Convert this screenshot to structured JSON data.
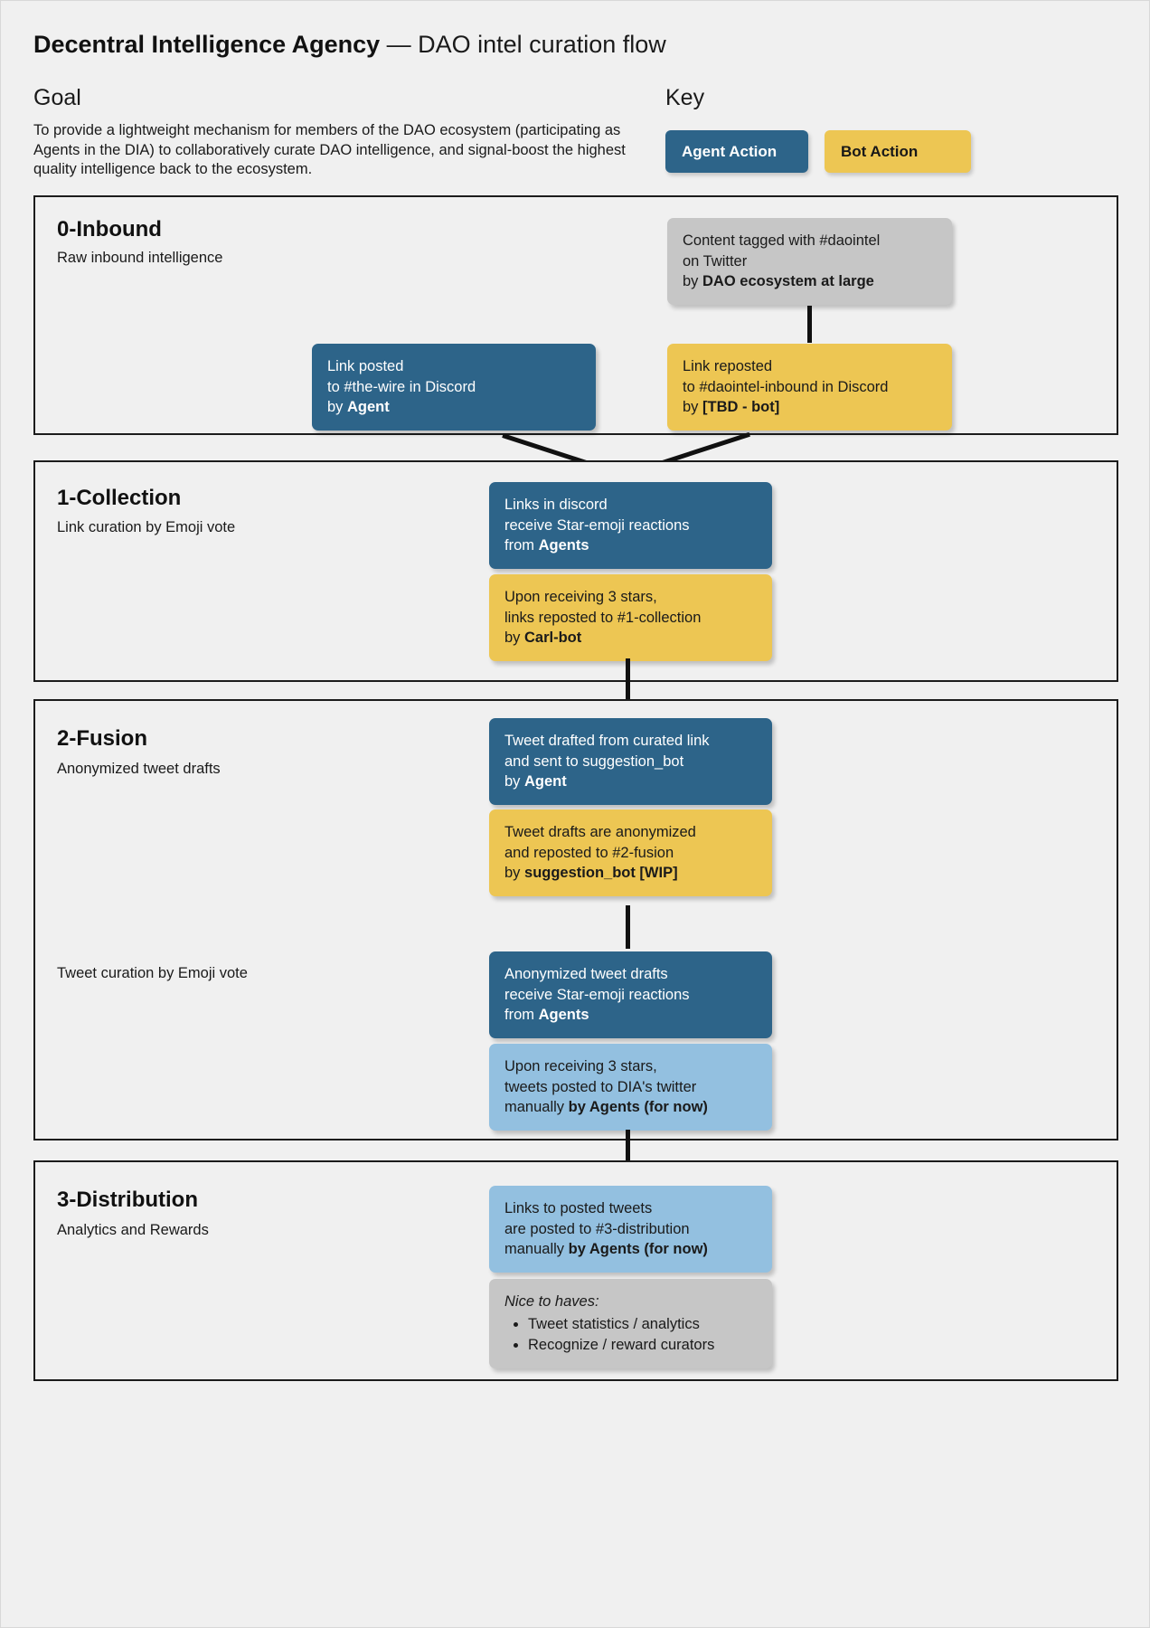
{
  "header": {
    "title_strong": "Decentral Intelligence Agency",
    "title_rest": " — DAO intel curation flow"
  },
  "goal": {
    "heading": "Goal",
    "body": "To provide a lightweight mechanism for members of the DAO ecosystem (participating as Agents in the DIA) to collaboratively curate DAO intelligence, and signal-boost the highest quality intelligence back to the ecosystem."
  },
  "key": {
    "heading": "Key",
    "agent_label": "Agent Action",
    "bot_label": "Bot Action",
    "colors": {
      "agent_action": "#2d6489",
      "bot_action": "#edc653",
      "agent_manual": "#93c0e0",
      "external": "#c6c6c6",
      "background": "#f0f0f0",
      "frame": "#1c1c1c"
    }
  },
  "stages": [
    {
      "id": "0-inbound",
      "title": "0-Inbound",
      "subtitles": [
        "Raw inbound intelligence"
      ],
      "nodes": [
        {
          "id": "content-tagged",
          "type": "external",
          "lines": [
            "Content tagged with #daointel",
            "on Twitter",
            "by "
          ],
          "actor": "DAO ecosystem at large"
        },
        {
          "id": "link-posted-wire",
          "type": "agent",
          "lines": [
            "Link posted",
            "to #the-wire in Discord",
            "by "
          ],
          "actor": "Agent"
        },
        {
          "id": "link-reposted-inbound",
          "type": "bot",
          "lines": [
            "Link reposted",
            "to #daointel-inbound in Discord",
            "by "
          ],
          "actor": "[TBD - bot]"
        }
      ]
    },
    {
      "id": "1-collection",
      "title": "1-Collection",
      "subtitles": [
        "Link curation by Emoji vote"
      ],
      "nodes": [
        {
          "id": "links-star-reactions",
          "type": "agent",
          "lines": [
            "Links in discord",
            "receive Star-emoji reactions",
            "from "
          ],
          "actor": "Agents"
        },
        {
          "id": "links-reposted-collection",
          "type": "bot",
          "lines": [
            "Upon receiving 3 stars,",
            "links reposted to #1-collection",
            "by "
          ],
          "actor": "Carl-bot"
        }
      ]
    },
    {
      "id": "2-fusion",
      "title": "2-Fusion",
      "subtitles": [
        "Anonymized tweet drafts",
        "Tweet curation by Emoji vote"
      ],
      "nodes": [
        {
          "id": "tweet-drafted",
          "type": "agent",
          "lines": [
            "Tweet drafted from curated link",
            "and sent to suggestion_bot",
            "by "
          ],
          "actor": "Agent"
        },
        {
          "id": "drafts-anonymized",
          "type": "bot",
          "lines": [
            "Tweet drafts are anonymized",
            "and reposted to #2-fusion",
            "by "
          ],
          "actor": "suggestion_bot [WIP]"
        },
        {
          "id": "drafts-star-reactions",
          "type": "agent",
          "lines": [
            "Anonymized tweet drafts",
            "receive Star-emoji reactions",
            "from "
          ],
          "actor": "Agents"
        },
        {
          "id": "tweets-posted",
          "type": "agent-manual",
          "lines": [
            "Upon receiving 3 stars,",
            "tweets posted to DIA's twitter",
            "manually "
          ],
          "actor": "by Agents (for now)"
        }
      ]
    },
    {
      "id": "3-distribution",
      "title": "3-Distribution",
      "subtitles": [
        "Analytics and Rewards"
      ],
      "nodes": [
        {
          "id": "links-distribution",
          "type": "agent-manual",
          "lines": [
            "Links to posted tweets",
            "are posted to #3-distribution",
            "manually "
          ],
          "actor": "by Agents (for now)"
        },
        {
          "id": "nice-to-haves",
          "type": "external",
          "label": "Nice to haves:",
          "bullets": [
            "Tweet statistics / analytics",
            "Recognize / reward curators"
          ]
        }
      ]
    }
  ]
}
